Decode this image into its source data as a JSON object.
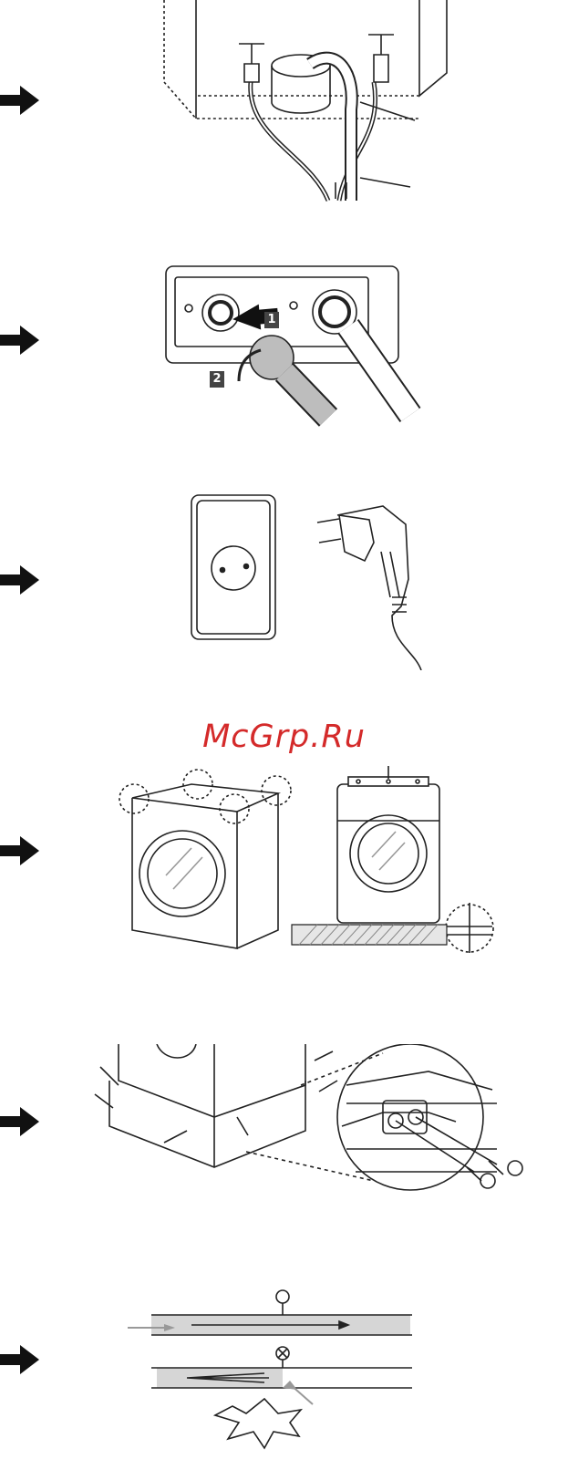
{
  "watermark": {
    "text": "McGrp.Ru"
  },
  "steps": [
    {
      "id": "hoses",
      "icon": "arrow-right-icon"
    },
    {
      "id": "water-inlet",
      "icon": "arrow-right-icon",
      "badges": [
        "1",
        "2"
      ]
    },
    {
      "id": "power",
      "icon": "arrow-right-icon"
    },
    {
      "id": "leveling",
      "icon": "arrow-right-icon"
    },
    {
      "id": "anchor",
      "icon": "arrow-right-icon"
    },
    {
      "id": "hose-fit",
      "icon": "arrow-right-icon",
      "symbols": [
        "correct-circle-icon",
        "incorrect-cross-icon"
      ]
    }
  ],
  "colors": {
    "ink": "#1a1a1a",
    "watermark": "#d42a2a",
    "gray": "#bfbfbf"
  }
}
